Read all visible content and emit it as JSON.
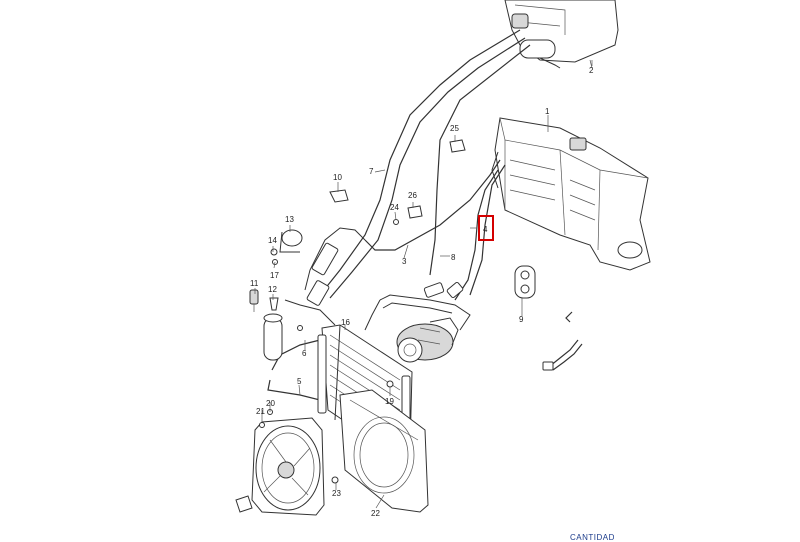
{
  "diagram": {
    "labels": {
      "p1": "1",
      "p2": "2",
      "p3": "3",
      "p4": "4",
      "p5": "5",
      "p6": "6",
      "p7": "7",
      "p8": "8",
      "p9": "9",
      "p10": "10",
      "p11": "11",
      "p12": "12",
      "p13": "13",
      "p14": "14",
      "p16": "16",
      "p17": "17",
      "p19": "19",
      "p20": "20",
      "p21": "21",
      "p22": "22",
      "p23": "23",
      "p24": "24",
      "p25": "25",
      "p26": "26"
    },
    "highlighted_part": "4",
    "highlight_color": "#d40000"
  },
  "footer": {
    "text": "CANTIDAD"
  }
}
